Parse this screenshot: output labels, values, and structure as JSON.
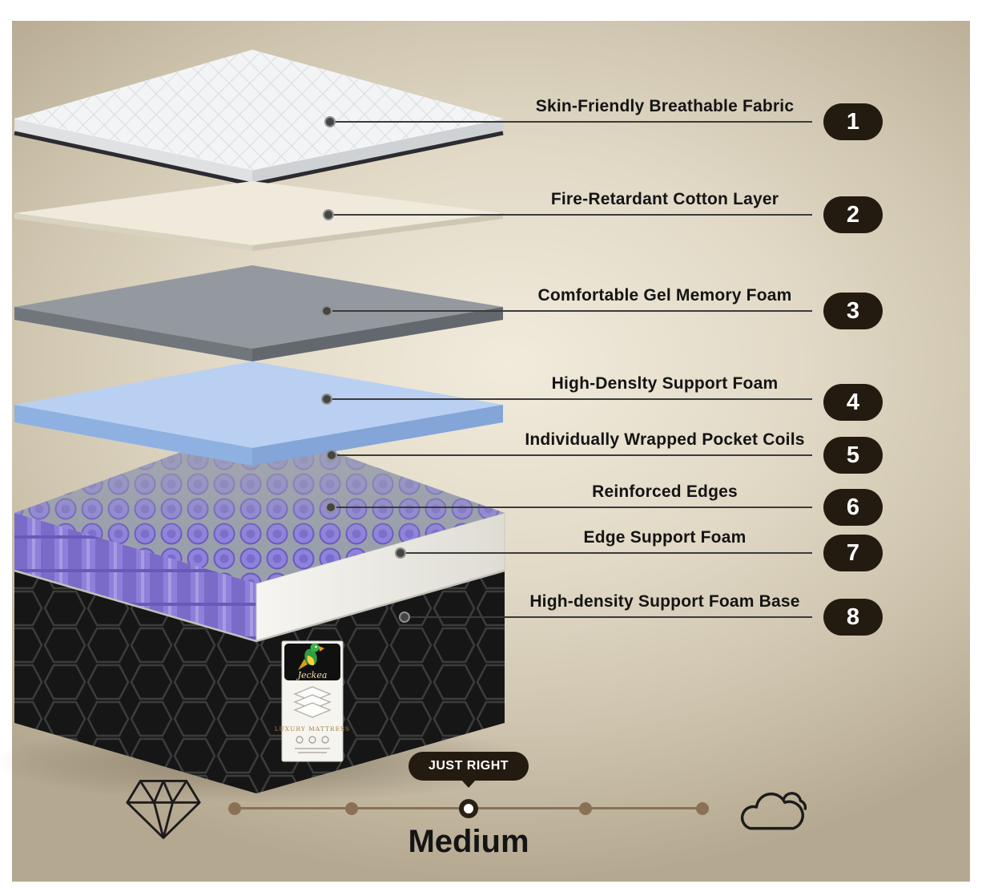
{
  "callouts": [
    {
      "num": "1",
      "label": "Skin-Friendly Breathable Fabric"
    },
    {
      "num": "2",
      "label": "Fire-Retardant Cotton Layer"
    },
    {
      "num": "3",
      "label": "Comfortable Gel Memory Foam"
    },
    {
      "num": "4",
      "label": "High-Denslty Support Foam"
    },
    {
      "num": "5",
      "label": "Individually Wrapped Pocket Coils"
    },
    {
      "num": "6",
      "label": "Reinforced Edges"
    },
    {
      "num": "7",
      "label": "Edge Support Foam"
    },
    {
      "num": "8",
      "label": "High-density Support Foam Base"
    }
  ],
  "brand_label": {
    "name": "Jeckea",
    "product": "LUXURY MATTRESS"
  },
  "firmness": {
    "tooltip": "JUST RIGHT",
    "value": "Medium",
    "points": 5,
    "selected_index": 2,
    "left_icon": "diamond-icon",
    "right_icon": "cloud-icon"
  },
  "colors": {
    "badge_bg": "#241b10",
    "scale": "#8a7156",
    "background_center": "#f1ebdc",
    "background_edge": "#b5a890",
    "coil_purple": "#8d7fd9",
    "foam_blue": "#b9d0f2",
    "foam_gray": "#94999f",
    "base_black": "#151515"
  }
}
